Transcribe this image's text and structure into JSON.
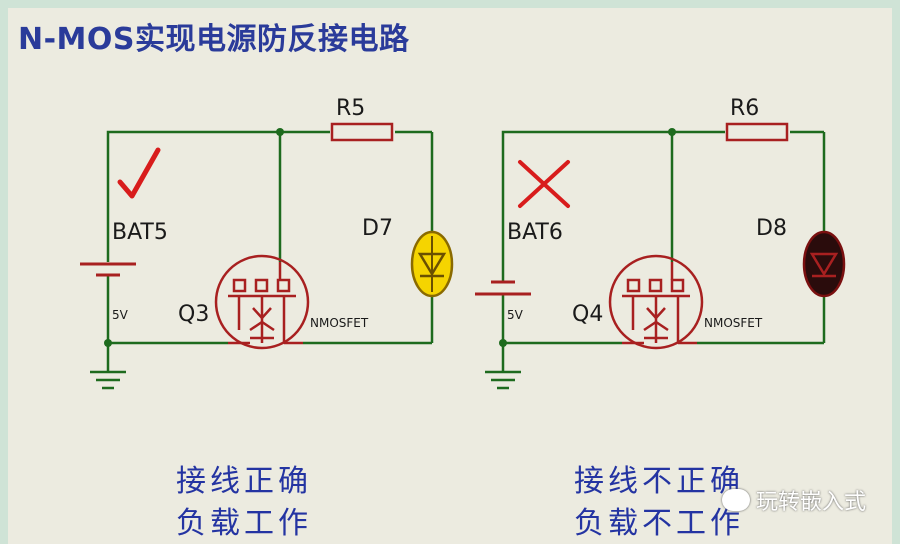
{
  "title": "N-MOS实现电源防反接电路",
  "left": {
    "resistor": "R5",
    "battery": "BAT5",
    "voltage": "5V",
    "transistor": "Q3",
    "transistor_type": "NMOSFET",
    "diode": "D7",
    "status_mark": "√",
    "caption_line1": "接线正确",
    "caption_line2": "负载工作"
  },
  "right": {
    "resistor": "R6",
    "battery": "BAT6",
    "voltage": "5V",
    "transistor": "Q4",
    "transistor_type": "NMOSFET",
    "diode": "D8",
    "status_mark": "×",
    "caption_line1": "接线不正确",
    "caption_line2": "负载不工作"
  },
  "watermark": "玩转嵌入式",
  "colors": {
    "wire": "#1e6b1e",
    "component": "#a82020",
    "led_on": "#f5d400",
    "led_off": "#2a0c0c",
    "check": "#d81c1c",
    "text_blue": "#2434a2"
  }
}
